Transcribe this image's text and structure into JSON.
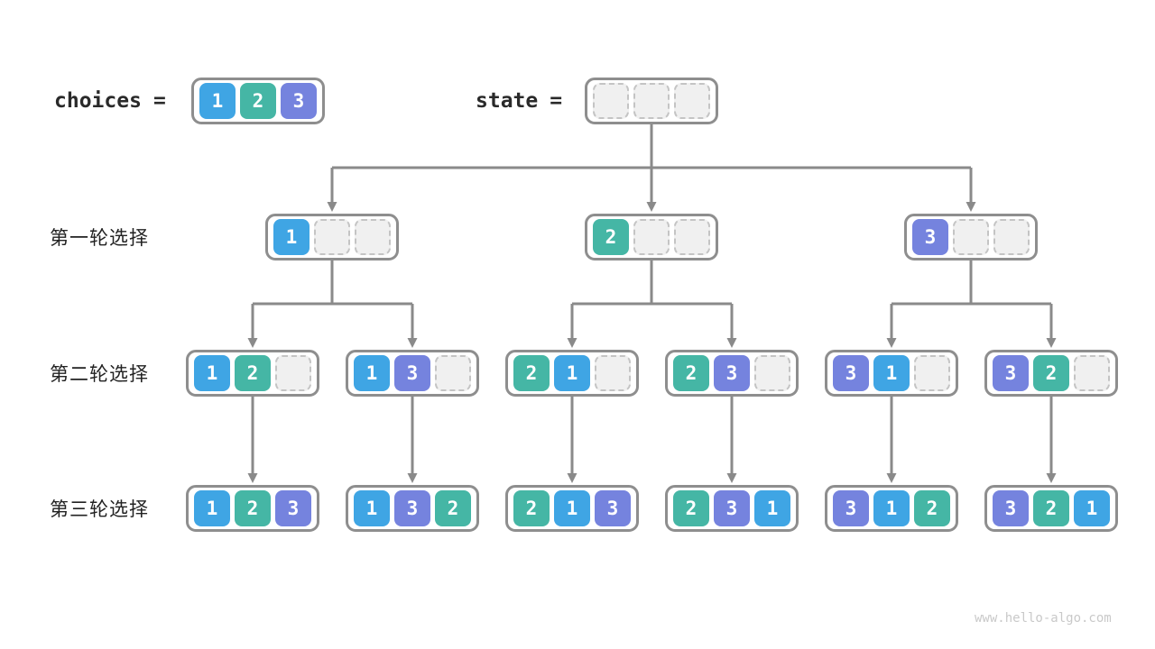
{
  "colors": {
    "cell_1": "#3fa5e4",
    "cell_2": "#45b6a5",
    "cell_3": "#7583de",
    "line": "#8a8a8a",
    "node_border": "#8e8e8e",
    "empty_fill": "#f0f0f0",
    "empty_border": "#c4c4c4",
    "label_text": "#2a2a2a",
    "watermark": "#c9c9c9"
  },
  "header": {
    "choices_label": "choices",
    "eq": "=",
    "choices_values": [
      "1",
      "2",
      "3"
    ],
    "state_values": [
      null,
      null,
      null
    ]
  },
  "rows": [
    {
      "label": "第一轮选择",
      "nodes": [
        [
          "1",
          null,
          null
        ],
        [
          "2",
          null,
          null
        ],
        [
          "3",
          null,
          null
        ]
      ]
    },
    {
      "label": "第二轮选择",
      "nodes": [
        [
          "1",
          "2",
          null
        ],
        [
          "1",
          "3",
          null
        ],
        [
          "2",
          "1",
          null
        ],
        [
          "2",
          "3",
          null
        ],
        [
          "3",
          "1",
          null
        ],
        [
          "3",
          "2",
          null
        ]
      ]
    },
    {
      "label": "第三轮选择",
      "nodes": [
        [
          "1",
          "2",
          "3"
        ],
        [
          "1",
          "3",
          "2"
        ],
        [
          "2",
          "1",
          "3"
        ],
        [
          "2",
          "3",
          "1"
        ],
        [
          "3",
          "1",
          "2"
        ],
        [
          "3",
          "2",
          "1"
        ]
      ]
    }
  ],
  "watermark": "www.hello-algo.com"
}
